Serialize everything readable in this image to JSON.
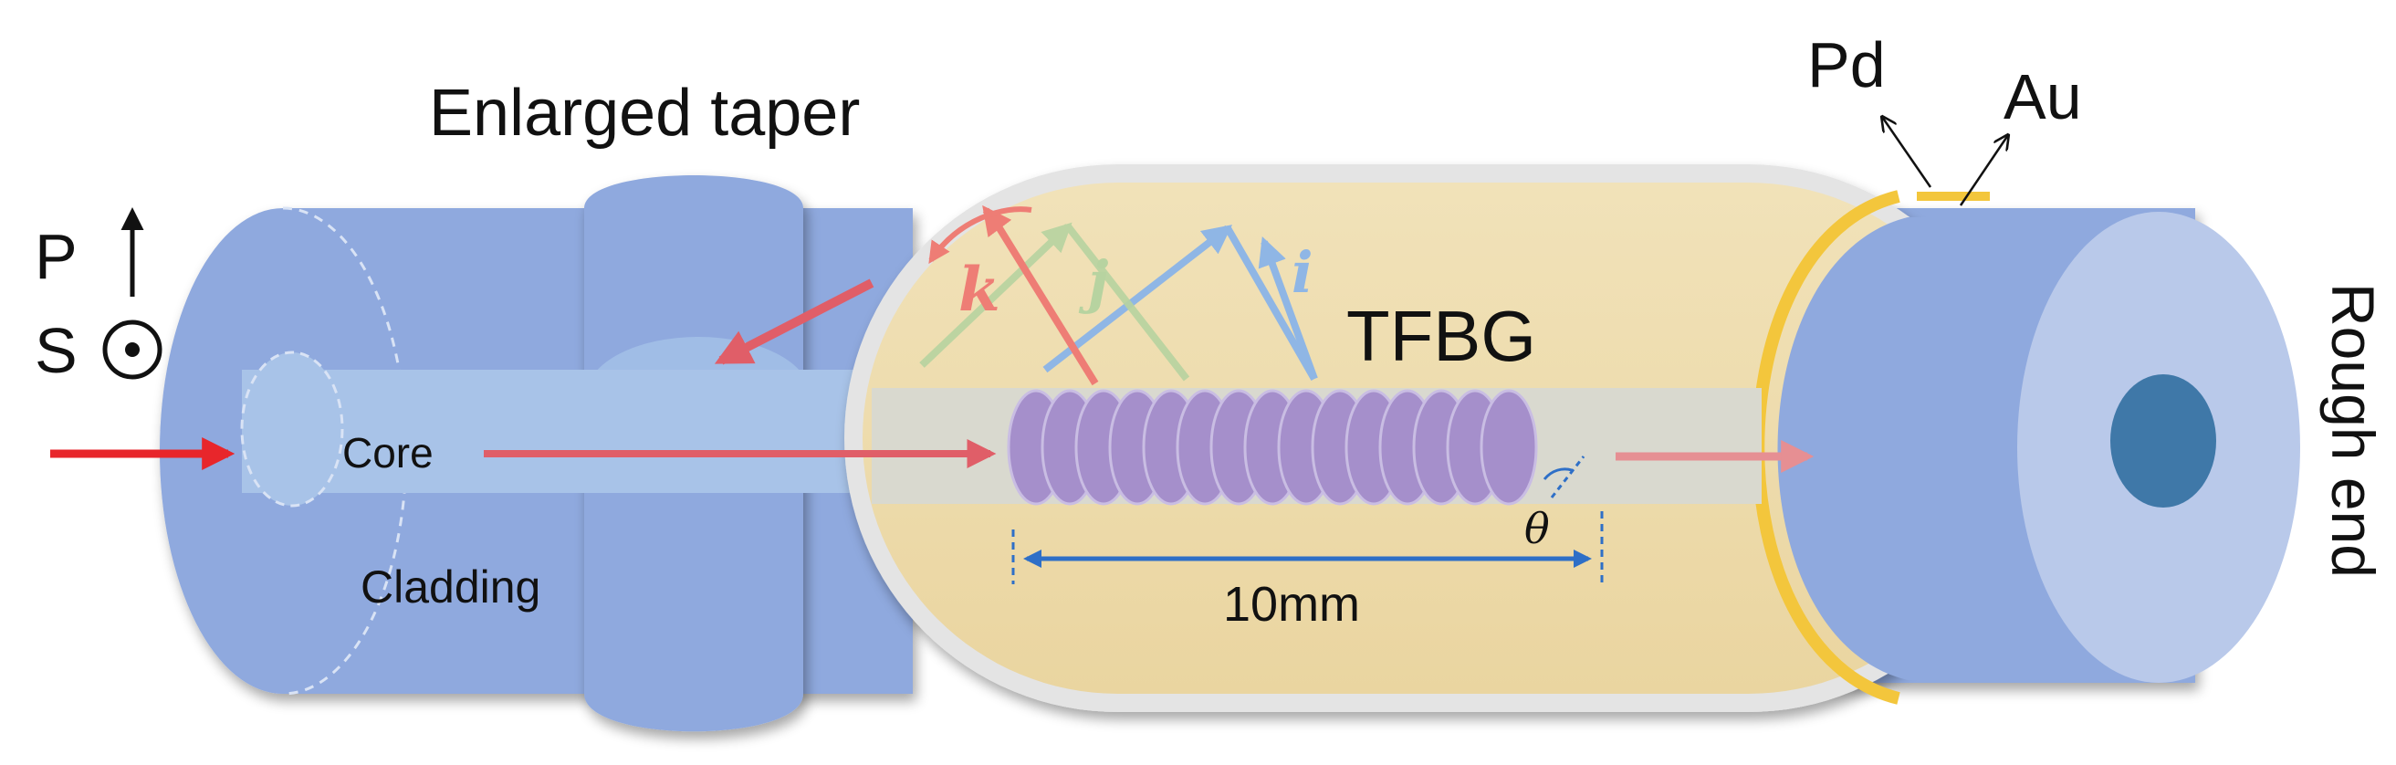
{
  "labels": {
    "enlarged_taper": "Enlarged taper",
    "pd": "Pd",
    "au": "Au",
    "p": "P",
    "s": "S",
    "core": "Core",
    "cladding": "Cladding",
    "tfbg": "TFBG",
    "length": "10mm",
    "theta": "θ",
    "rough_end": "Rough end",
    "mode_k": "k",
    "mode_j": "j",
    "mode_i": "i"
  },
  "colors": {
    "fiber": "#8fa9de",
    "fiber_end_face": "#b9c9ea",
    "core_channel": "#a8c3e8",
    "coating_fill": "#efdcae",
    "coating_rim": "#e5e5e5",
    "gold_layer": "#f3c63c",
    "grating": "#a58fcb",
    "input_arrow": "#e8262b",
    "mode_k": "#ee7d75",
    "mode_j": "#b7d3a0",
    "mode_i": "#8fb6e5",
    "dimension": "#2e6fc7",
    "end_hole": "#3f78a8"
  },
  "icons": [
    "polarization-arrow-icon",
    "polarization-dot-icon"
  ]
}
